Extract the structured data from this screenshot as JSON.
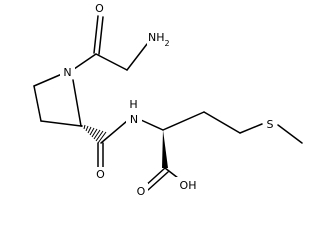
{
  "atoms": {
    "o_acyl": "O",
    "n_amine": "NH",
    "n_amine_sub": "2",
    "n_ring": "N",
    "n_amide": "N",
    "h_amide": "H",
    "o_amide": "O",
    "s": "S",
    "o_acid": "O",
    "oh": "OH"
  },
  "colors": {
    "bond": "#000000",
    "background": "#ffffff"
  }
}
